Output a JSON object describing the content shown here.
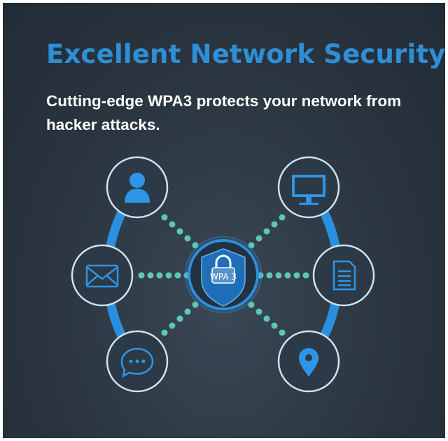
{
  "headline": "Excellent Network Security",
  "subline": "Cutting-edge WPA3 protects your network from hacker attacks.",
  "center_badge": {
    "label": "WPA 3",
    "icon": "lock-shield-icon"
  },
  "nodes": [
    {
      "name": "user-node",
      "icon": "user-icon"
    },
    {
      "name": "mail-node",
      "icon": "envelope-icon"
    },
    {
      "name": "chat-node",
      "icon": "chat-bubble-icon"
    },
    {
      "name": "monitor-node",
      "icon": "monitor-icon"
    },
    {
      "name": "document-node",
      "icon": "document-icon"
    },
    {
      "name": "location-node",
      "icon": "location-pin-icon"
    }
  ],
  "colors": {
    "background": "#2a3540",
    "headline": "#2f8fd6",
    "arc": "#2b8fe0",
    "node_stroke": "#cfe3f2",
    "icon": "#2f95e6",
    "dots": "#5ec8b6",
    "badge": "#1f6fb8"
  }
}
